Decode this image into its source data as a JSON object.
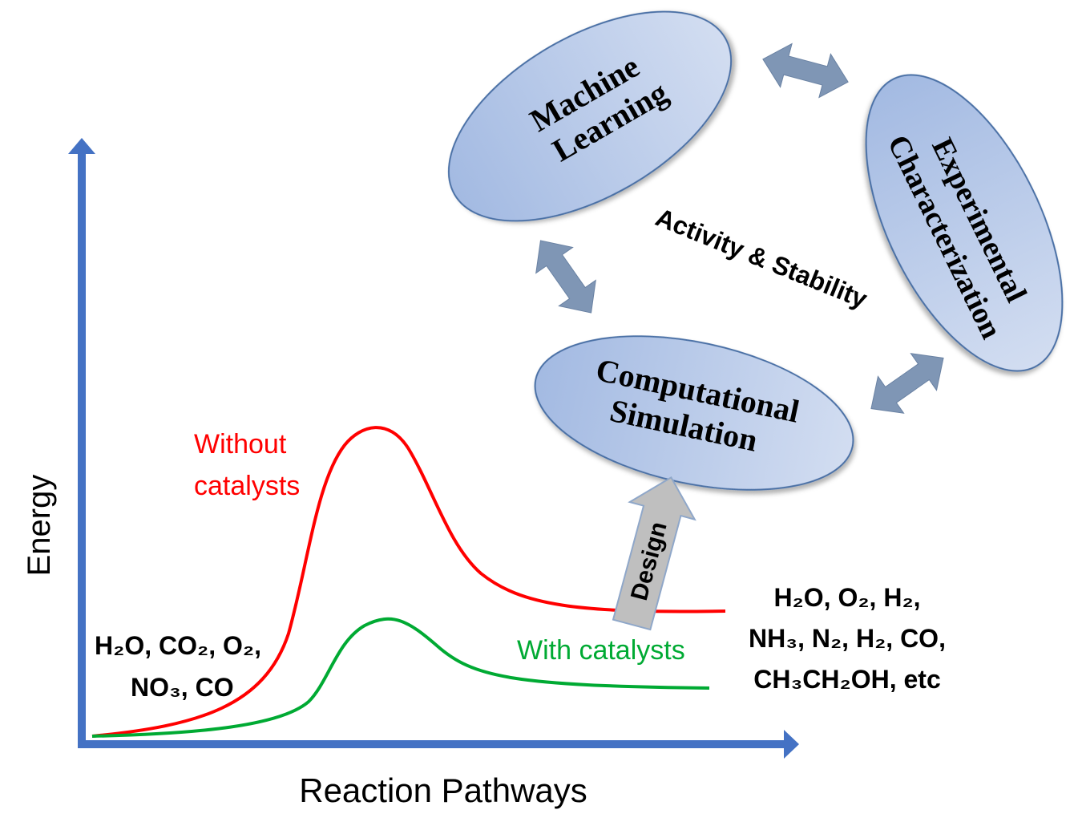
{
  "axes": {
    "y_label": "Energy",
    "x_label": "Reaction Pathways",
    "color": "#4472C4"
  },
  "curves": {
    "without": {
      "label_line1": "Without",
      "label_line2": "catalysts",
      "color": "#FF0000"
    },
    "with": {
      "label": "With catalysts",
      "color": "#00AA33"
    }
  },
  "reactants": {
    "line1": "H₂O, CO₂, O₂,",
    "line2": "NO₃, CO"
  },
  "products": {
    "line1": "H₂O, O₂, H₂,",
    "line2": "NH₃, N₂, H₂, CO,",
    "line3": "CH₃CH₂OH, etc"
  },
  "cycle": {
    "machine_learning": {
      "line1": "Machine",
      "line2": "Learning"
    },
    "experimental": {
      "line1": "Experimental",
      "line2": "Characterization"
    },
    "computational": {
      "line1": "Computational",
      "line2": "Simulation"
    },
    "center_label": "Activity & Stability",
    "design_label": "Design",
    "ellipse_fill": "#A9C0E4",
    "arrow_color": "#7F96B5"
  }
}
